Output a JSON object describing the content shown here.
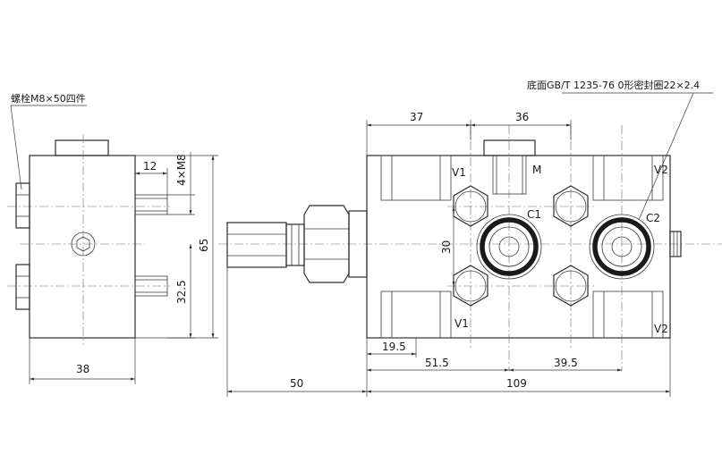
{
  "annotations": {
    "bolt_note": "螺栓M8×50四件",
    "oring_note": "底面GB/T 1235-76 0形密封圈22×2.4"
  },
  "dimensions": {
    "d12": "12",
    "d4m8": "4×M8",
    "d65": "65",
    "d32_5": "32.5",
    "d38": "38",
    "d37": "37",
    "d36": "36",
    "d30": "30",
    "d19_5": "19.5",
    "d51_5": "51.5",
    "d39_5": "39.5",
    "d50": "50",
    "d109": "109"
  },
  "ports": {
    "v1_top": "V1",
    "v1_bottom": "V1",
    "v2_top": "V2",
    "v2_bottom": "V2",
    "m": "M",
    "c1": "C1",
    "c2": "C2"
  }
}
